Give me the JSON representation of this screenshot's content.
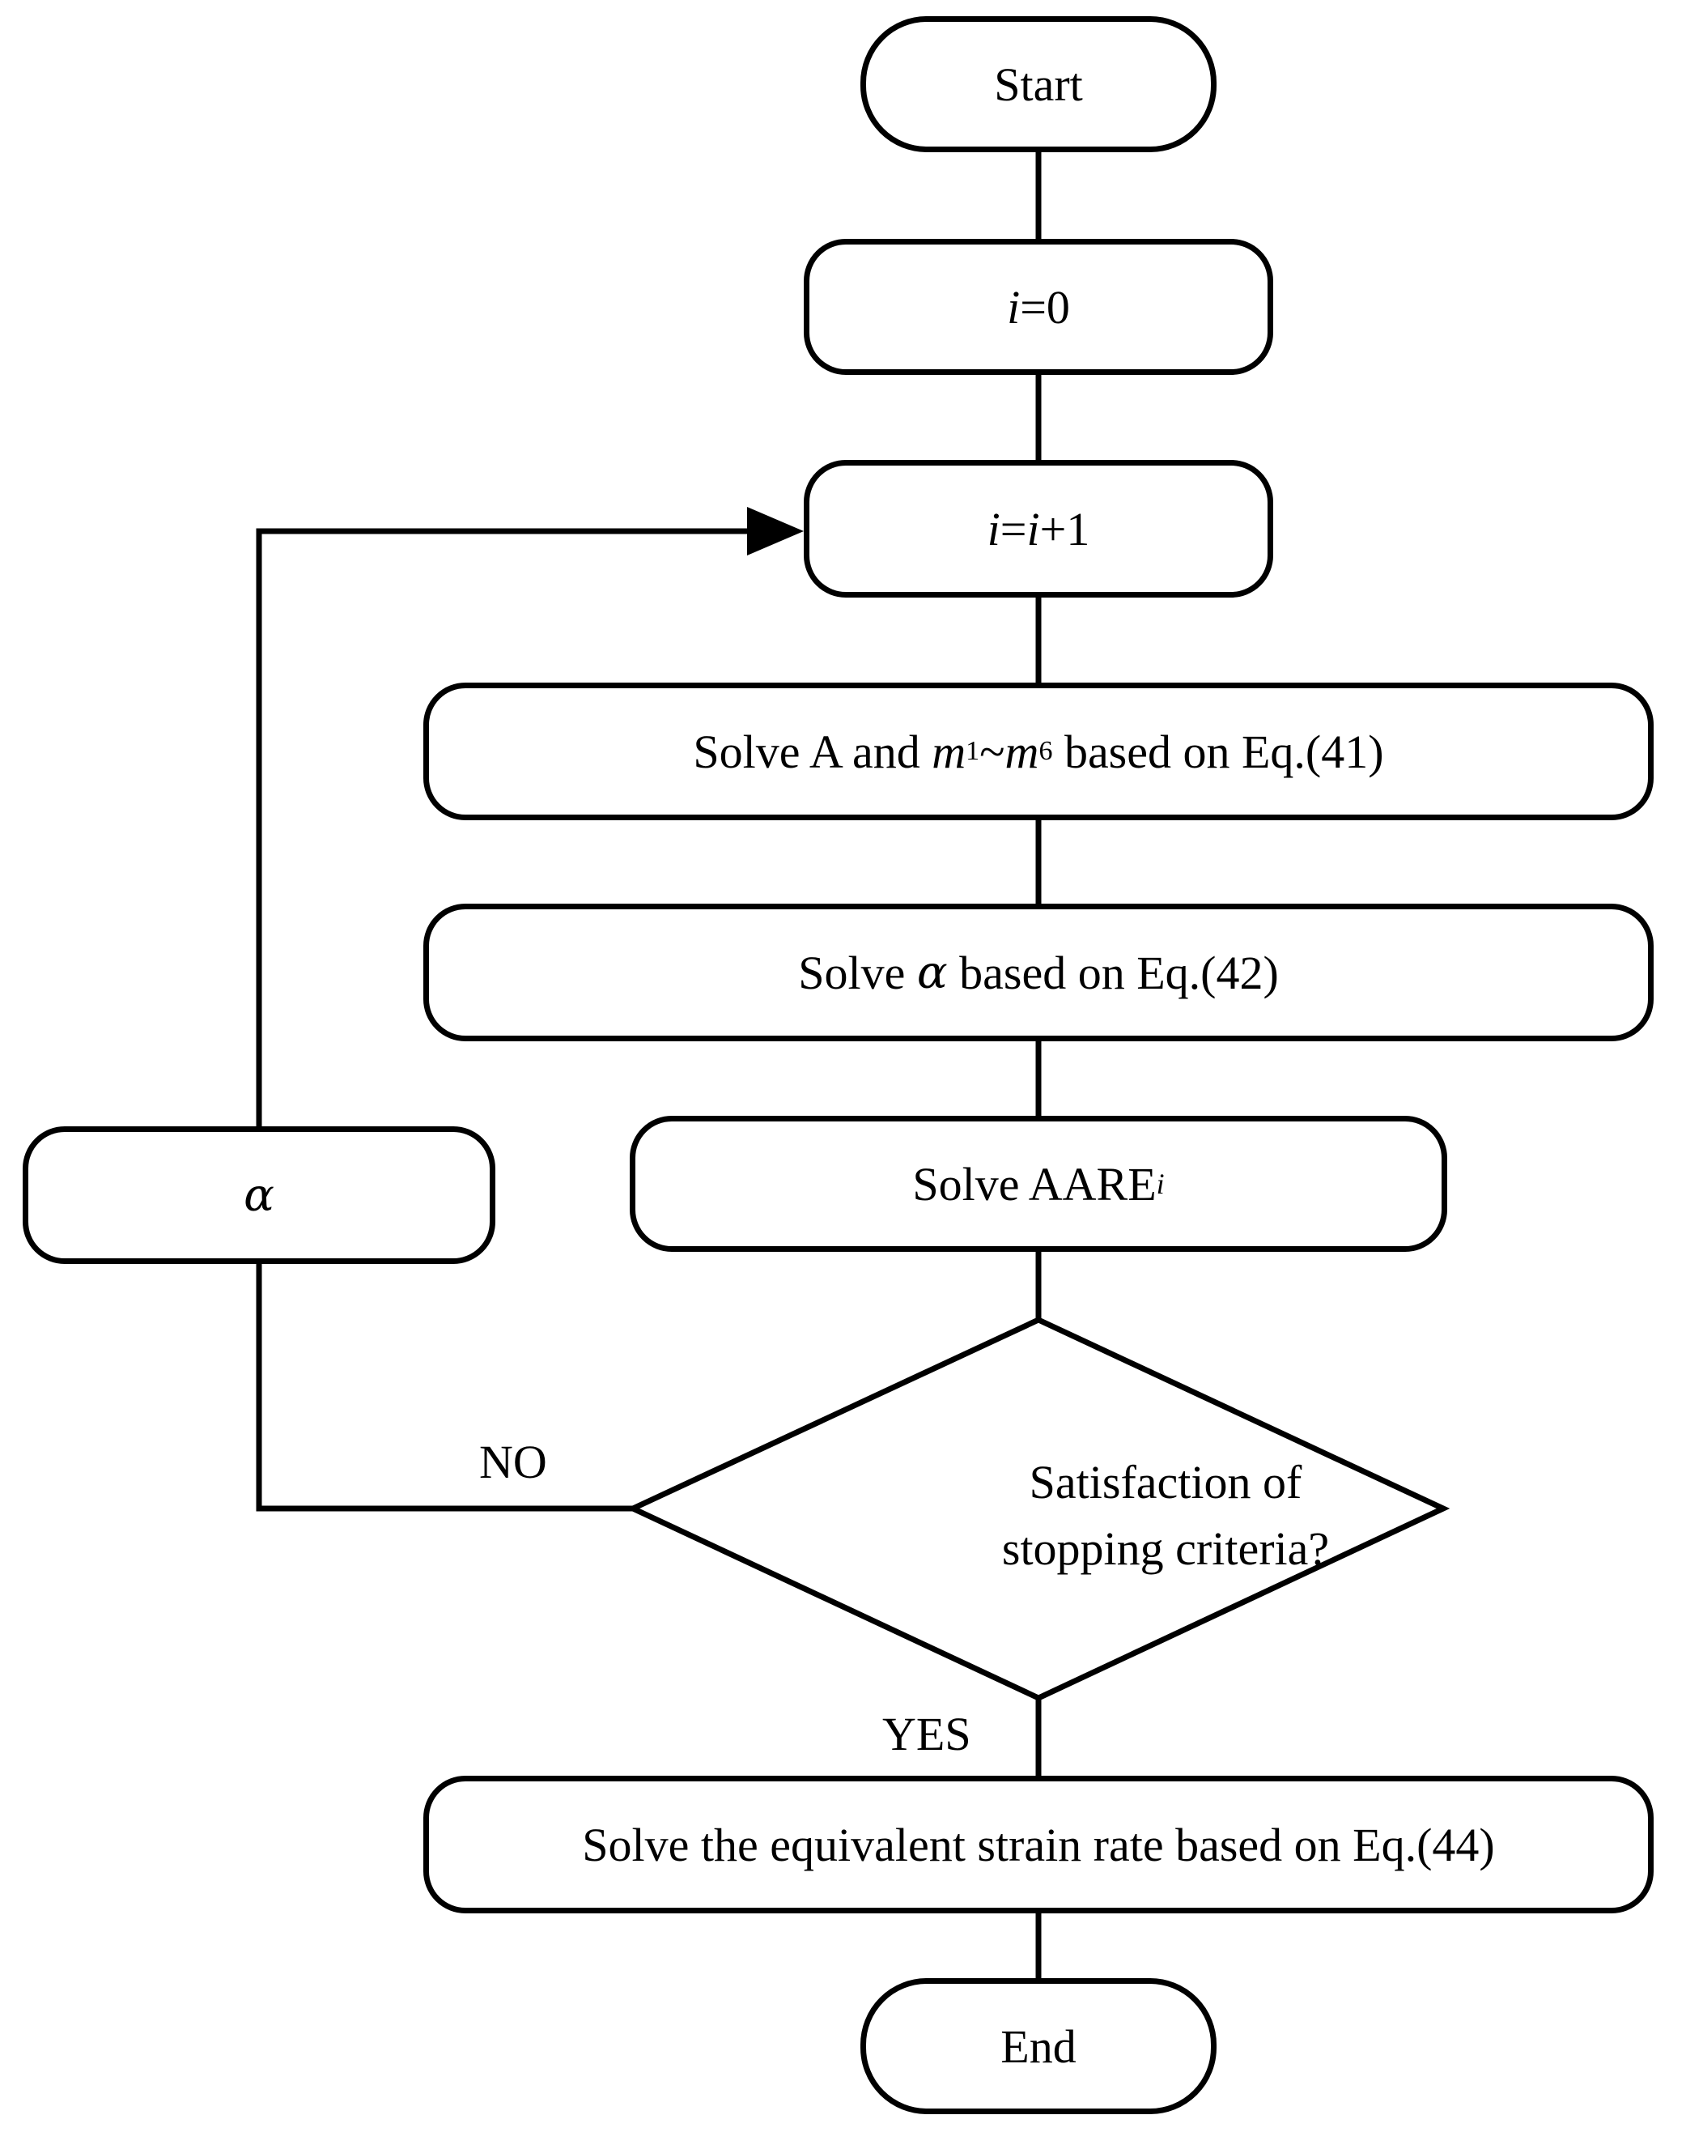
{
  "nodes": {
    "start": {
      "label": "Start"
    },
    "init": {
      "var": "i",
      "rest": "=0"
    },
    "increment": {
      "var1": "i",
      "eq": "=",
      "var2": "i",
      "rest": "+1"
    },
    "solve_a": {
      "prefix": "Solve A and ",
      "m": "m",
      "sub1": "1",
      "tilde": "~",
      "m2": "m",
      "sub6": "6",
      "suffix": " based on Eq.(41)"
    },
    "solve_alpha": {
      "prefix": "Solve ",
      "alpha": "α",
      "suffix": " based on Eq.(42)"
    },
    "solve_aare": {
      "prefix": "Solve AARE",
      "sub": "i"
    },
    "alpha_box": {
      "alpha": "α"
    },
    "decision": {
      "line1": "Satisfaction of",
      "line2": "stopping criteria?"
    },
    "solve_rate": {
      "label": "Solve the equivalent strain rate based on Eq.(44)"
    },
    "end": {
      "label": "End"
    }
  },
  "edge_labels": {
    "no": "NO",
    "yes": "YES"
  },
  "colors": {
    "stroke": "#000000",
    "fill": "#ffffff"
  }
}
